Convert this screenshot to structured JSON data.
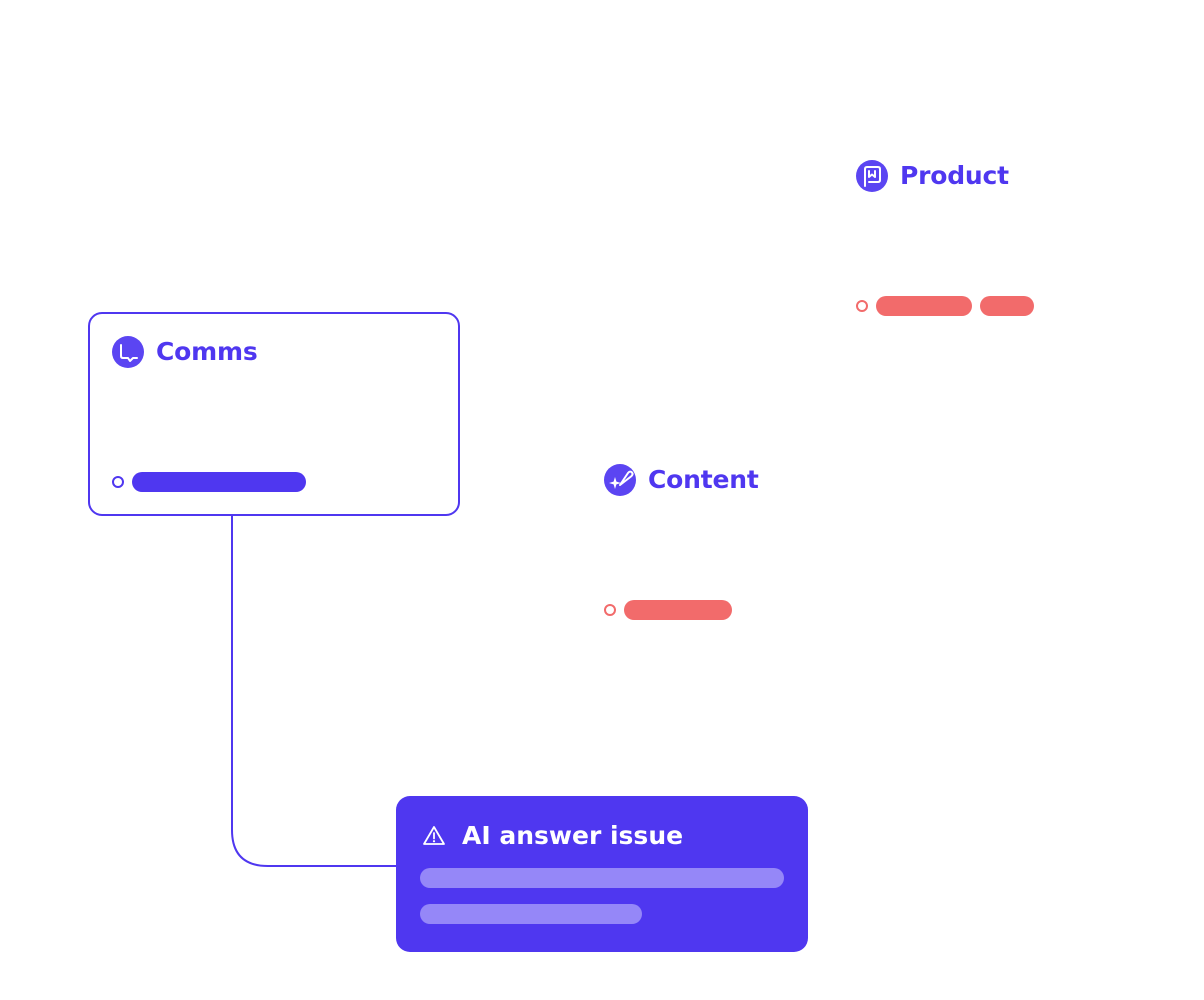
{
  "colors": {
    "primary": "#4f37f0",
    "primary_light": "#9587f8",
    "icon_fill": "#5b45f2",
    "accent_red": "#f26b6b",
    "white": "#ffffff"
  },
  "nodes": {
    "comms": {
      "title": "Comms",
      "icon": "chat-bubble-icon",
      "status": "active",
      "pill_fractions": [
        1.0
      ]
    },
    "product": {
      "title": "Product",
      "icon": "bookmark-board-icon",
      "status": "issue",
      "pill_fractions": [
        0.55,
        0.31
      ]
    },
    "content": {
      "title": "Content",
      "icon": "pen-sparkle-icon",
      "status": "issue",
      "pill_fractions": [
        0.62
      ]
    }
  },
  "alert": {
    "title": "AI answer issue",
    "icon": "warning-triangle-icon"
  }
}
